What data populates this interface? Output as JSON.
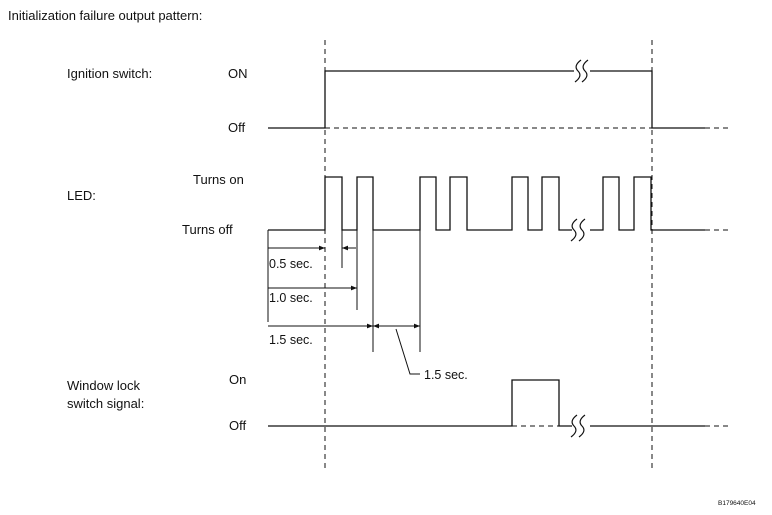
{
  "title": "Initialization failure output pattern:",
  "ignition": {
    "label": "Ignition switch:",
    "on_label": "ON",
    "off_label": "Off"
  },
  "led": {
    "label": "LED:",
    "on_label": "Turns on",
    "off_label": "Turns off"
  },
  "timing": {
    "t1": "0.5 sec.",
    "t2": "1.0 sec.",
    "t3": "1.5 sec.",
    "t4": "1.5 sec."
  },
  "window_lock": {
    "label_line1": "Window lock",
    "label_line2": "switch signal:",
    "on_label": "On",
    "off_label": "Off"
  },
  "figure_code": "B179640E04"
}
